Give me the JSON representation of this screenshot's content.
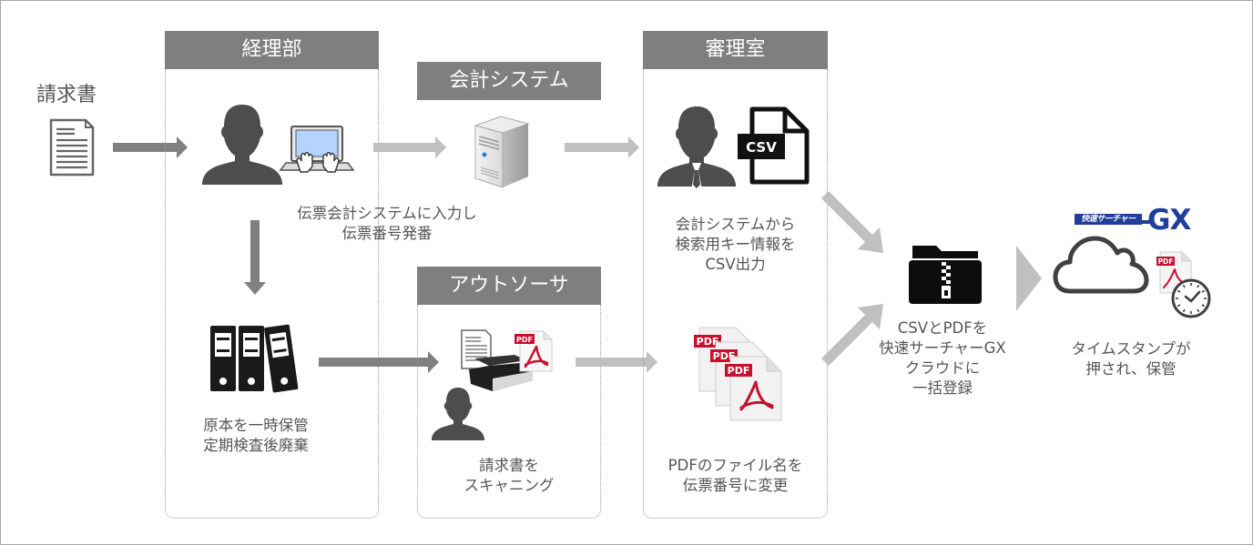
{
  "diagram": {
    "start": {
      "label": "請求書",
      "icon": "document-icon"
    },
    "lanes": {
      "accounting_dept": {
        "title": "経理部",
        "input_caption": "伝票会計システムに入力し\n伝票番号発番",
        "storage_caption": "原本を一時保管\n定期検査後廃棄",
        "icons": [
          "person-icon",
          "laptop-typing-icon",
          "binders-icon"
        ]
      },
      "accounting_system": {
        "title": "会計システム",
        "icons": [
          "server-icon"
        ]
      },
      "outsourcer": {
        "title": "アウトソーサ",
        "caption": "請求書を\nスキャニング",
        "icons": [
          "document-icon",
          "scanner-icon",
          "pdf-icon",
          "person-icon"
        ]
      },
      "audit_room": {
        "title": "審理室",
        "csv_caption": "会計システムから\n検索用キー情報を\nCSV出力",
        "pdf_caption": "PDFのファイル名を\n伝票番号に変更",
        "csv_label": "CSV",
        "pdf_label": "PDF",
        "icons": [
          "businessman-icon",
          "csv-file-icon",
          "pdf-stack-icon"
        ]
      }
    },
    "upload": {
      "caption": "CSVとPDFを\n快速サーチャーGX\nクラウドに\n一括登録",
      "icon": "zip-folder-icon"
    },
    "cloud": {
      "logo_small": "快速サーチャー",
      "logo_big": "GX",
      "caption": "タイムスタンプが\n押され、保管",
      "pdf_label": "PDF",
      "icons": [
        "cloud-icon",
        "pdf-icon",
        "clock-icon"
      ]
    },
    "colors": {
      "lane_header": "#7f7f7f",
      "arrow_dark": "#808080",
      "arrow_light": "#c0c0c0",
      "person": "#4d4d4d",
      "pdf_red": "#c8102e",
      "logo_blue": "#1f3f99",
      "laptop_screen": "#b3d4ff"
    }
  }
}
